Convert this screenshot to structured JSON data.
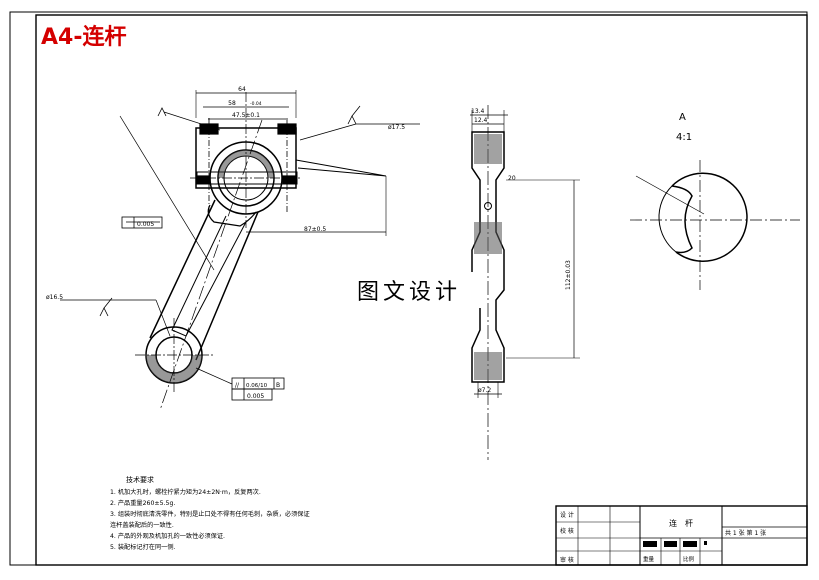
{
  "title": "A4-连杆",
  "watermark": "图文设计",
  "dimensions": {
    "d64": "64",
    "d58": "58",
    "d58_tol": "-0.04",
    "d47": "47.5±0.1",
    "d17": "ø17.5",
    "d87": "87±0.5",
    "d0005": "0.005",
    "d0005b": "0.005",
    "d16": "ø16.5",
    "d13": "13.4",
    "d12": "12.4",
    "d20": "20",
    "d112": "112±0.03",
    "d72": "ø7.2",
    "gdt1": "//",
    "gdt2": "0.06/10",
    "gdt3": "B"
  },
  "view_a": {
    "label": "A",
    "scale": "4:1"
  },
  "notes": {
    "heading": "技术要求",
    "items": [
      "1. 机加大孔时，螺栓拧紧力矩为24±2N·m，反复两次.",
      "2. 产品重量260±5.5g.",
      "3. 组装时彻底清洗零件，特别是止口处不得有任何毛刺，杂质，必须保证",
      "连杆盖装配后的一致性.",
      "4. 产品的外观及机加孔的一致性必须保证.",
      "5. 装配标记打在同一侧."
    ]
  },
  "title_block": {
    "part_name": "连　杆",
    "row1": "设 计",
    "row2": "校 核",
    "row3": "审 核",
    "sheet_info": "共 1 张 第 1 张",
    "weight_label": "重量",
    "scale_label": "比例"
  }
}
